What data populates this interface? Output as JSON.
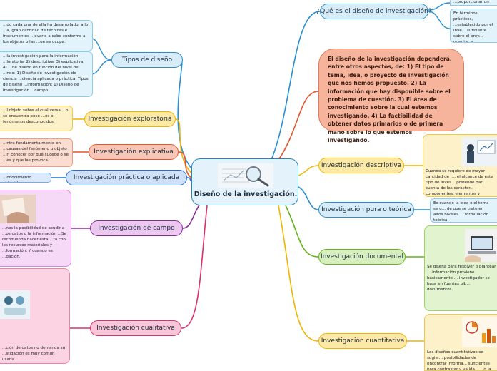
{
  "central": {
    "title": "Diseño de la investigación.",
    "image": "magnifying-glass-over-document"
  },
  "idea_box": {
    "text": "El diseño de la investigación dependerá, entre otros aspectos, de: 1) El tipo de tema, idea, o proyecto de investigación que nos hemos propuesto. 2) La información que hay disponible sobre el problema de cuestión. 3) El área de conocimiento sobre la cual estemos investigando. 4) La factibilidad de obtener datos primarios o de primera mano sobre lo que estemos investigando."
  },
  "left_topics": [
    {
      "label": "Tipos de diseño",
      "note": "...do cada una de ella ha desarrollado, a lo ...a, gran cantidad de técnicas e instrumentos ...evarlo a cabo conforme a los objetos o las ...ue se ocupa."
    },
    {
      "label": "Investigación exploratoria",
      "note": "...l objeto sobre el cual versa ...n se encuentra poco ...os o fenómenos desconocidos."
    },
    {
      "label": "Investigación explicativa",
      "note": "...ntra fundamentalmente en ...causas del fenómeno u objeto ...r, conocer por qué sucede o se ...es y que las provoca."
    },
    {
      "label": "Investigación práctica o aplicada",
      "note": "...onocimiento obtenido."
    },
    {
      "label": "Investigación de campo",
      "note": "...nos la posibilidad de acudir a ...os datos o la información ...Se recomienda hacer esta ...ta con los recursos materiales y ...formación. Y cuando es ...gación."
    },
    {
      "label": "Investigación cualitativa",
      "note": "...ción de datos no demanda su ...stigación es muy común usarla"
    }
  ],
  "tipos_note_2": "...la investigación para la información ...loratoria, 2) descriptiva, 3) explicativa, 4) ...de diseño en función del nivel del ...ndo: 1) Diseño de investigación de ciencia ...ciencia aplicada o práctica. Tipos de diseño ...información; 1) Diseño de investigación ...campo.",
  "right_topics": [
    {
      "label": "¿Qué es el diseño de investigación?",
      "notes": [
        "...proporcionar un modelo",
        "En términos prácticos, ...establecido por el inve... suficiente sobre el proy... orientar y esclarecer l... seguirán a lo largo de"
      ]
    },
    {
      "label": "Investigación descriptiva",
      "note": "Cuando se requiere de mayor cantidad de ..., el alcance de este tipo de inves... pretende dar cuenta de las caracter... componentes, elementos y relacion..."
    },
    {
      "label": "Investigación pura o teórica",
      "note": "Es cuando la idea o el tema se u... de que se trate en altos niveles ... formulación teórica."
    },
    {
      "label": "Investigación documental",
      "note": "Se diseña para resolver o plantear ... información proviene básicamente ... investigador se basa en fuentes bib... documentos."
    },
    {
      "label": "Investigación cuantitativa",
      "note": "Los diseños cuantitativos se sugier... posibilidades de encontrar informa... suficientes para contrastar y valida... ...o la validez de los mismos."
    }
  ],
  "colors": {
    "central_border": "#2b84bd",
    "link_tipos": "#2a8fd0",
    "link_exploratoria": "#f0b400",
    "link_explicativa": "#e2552e",
    "link_practica": "#1e6fcf",
    "link_campo": "#8a2a9c",
    "link_cualitativa": "#d8326a",
    "link_right_blue": "#2a8fd0",
    "link_documental": "#63b318",
    "link_cuantitativa": "#f0b400",
    "link_idea": "#e2552e"
  }
}
